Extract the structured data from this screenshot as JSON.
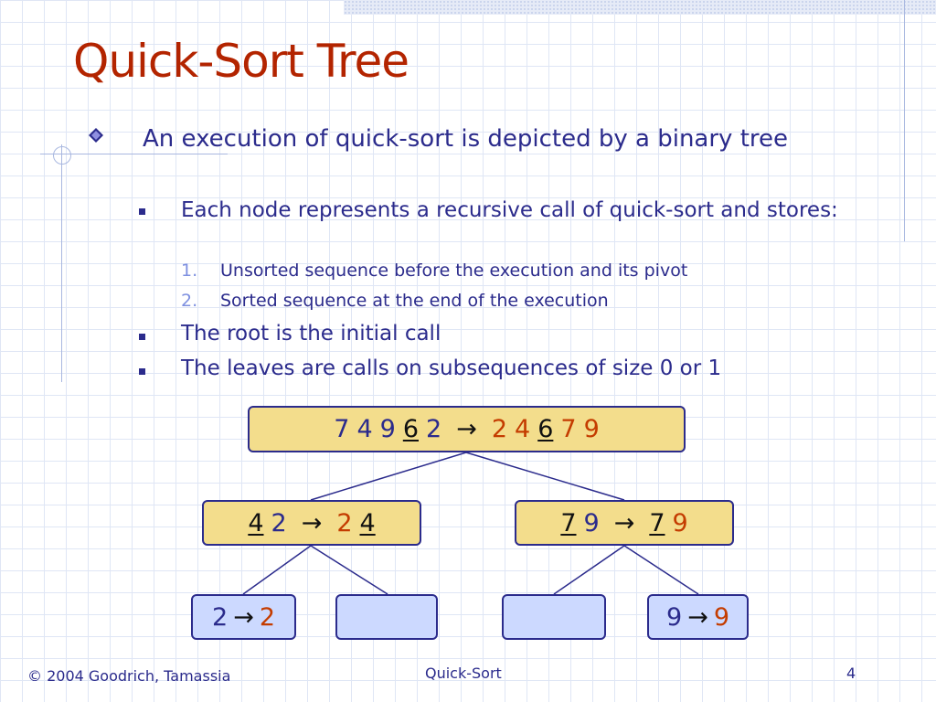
{
  "slide": {
    "title": "Quick-Sort Tree",
    "main_point": "An execution of quick-sort is depicted by a binary tree",
    "sub_points": [
      "Each node represents a recursive call of quick-sort and stores:",
      "The root is the initial call",
      "The leaves are calls on subsequences of size 0 or 1"
    ],
    "numbered": [
      {
        "num": "1.",
        "text": "Unsorted sequence before the execution and its pivot"
      },
      {
        "num": "2.",
        "text": "Sorted sequence at the end of the execution"
      }
    ]
  },
  "tree": {
    "arrow": "→",
    "nodes": [
      {
        "id": "root",
        "input": [
          "7",
          "4",
          "9",
          "6",
          "2"
        ],
        "pivot_index": 3,
        "output": [
          "2",
          "4",
          "6",
          "7",
          "9"
        ],
        "output_pivot_index": 2
      },
      {
        "id": "left",
        "input": [
          "4",
          "2"
        ],
        "pivot_index": 0,
        "output": [
          "2",
          "4"
        ],
        "output_pivot_index": 1
      },
      {
        "id": "right",
        "input": [
          "7",
          "9"
        ],
        "pivot_index": 0,
        "output": [
          "7",
          "9"
        ],
        "output_pivot_index": 0
      },
      {
        "id": "left-left",
        "input": [
          "2"
        ],
        "pivot_index": -1,
        "output": [
          "2"
        ],
        "output_pivot_index": -1
      },
      {
        "id": "left-right",
        "input": [],
        "pivot_index": -1,
        "output": [],
        "output_pivot_index": -1
      },
      {
        "id": "right-left",
        "input": [],
        "pivot_index": -1,
        "output": [],
        "output_pivot_index": -1
      },
      {
        "id": "right-right",
        "input": [
          "9"
        ],
        "pivot_index": -1,
        "output": [
          "9"
        ],
        "output_pivot_index": -1
      }
    ],
    "edges": [
      [
        "root",
        "left"
      ],
      [
        "root",
        "right"
      ],
      [
        "left",
        "left-left"
      ],
      [
        "left",
        "left-right"
      ],
      [
        "right",
        "right-left"
      ],
      [
        "right",
        "right-right"
      ]
    ]
  },
  "colors": {
    "title": "#b32400",
    "text": "#2b2b8c",
    "node_fill": "#f3dd8c",
    "leaf_fill": "#ccd9ff",
    "sorted_output": "#c43c00",
    "numbering": "#7d8fe0"
  },
  "footer": {
    "copyright": "© 2004 Goodrich, Tamassia",
    "topic": "Quick-Sort",
    "page": "4"
  }
}
